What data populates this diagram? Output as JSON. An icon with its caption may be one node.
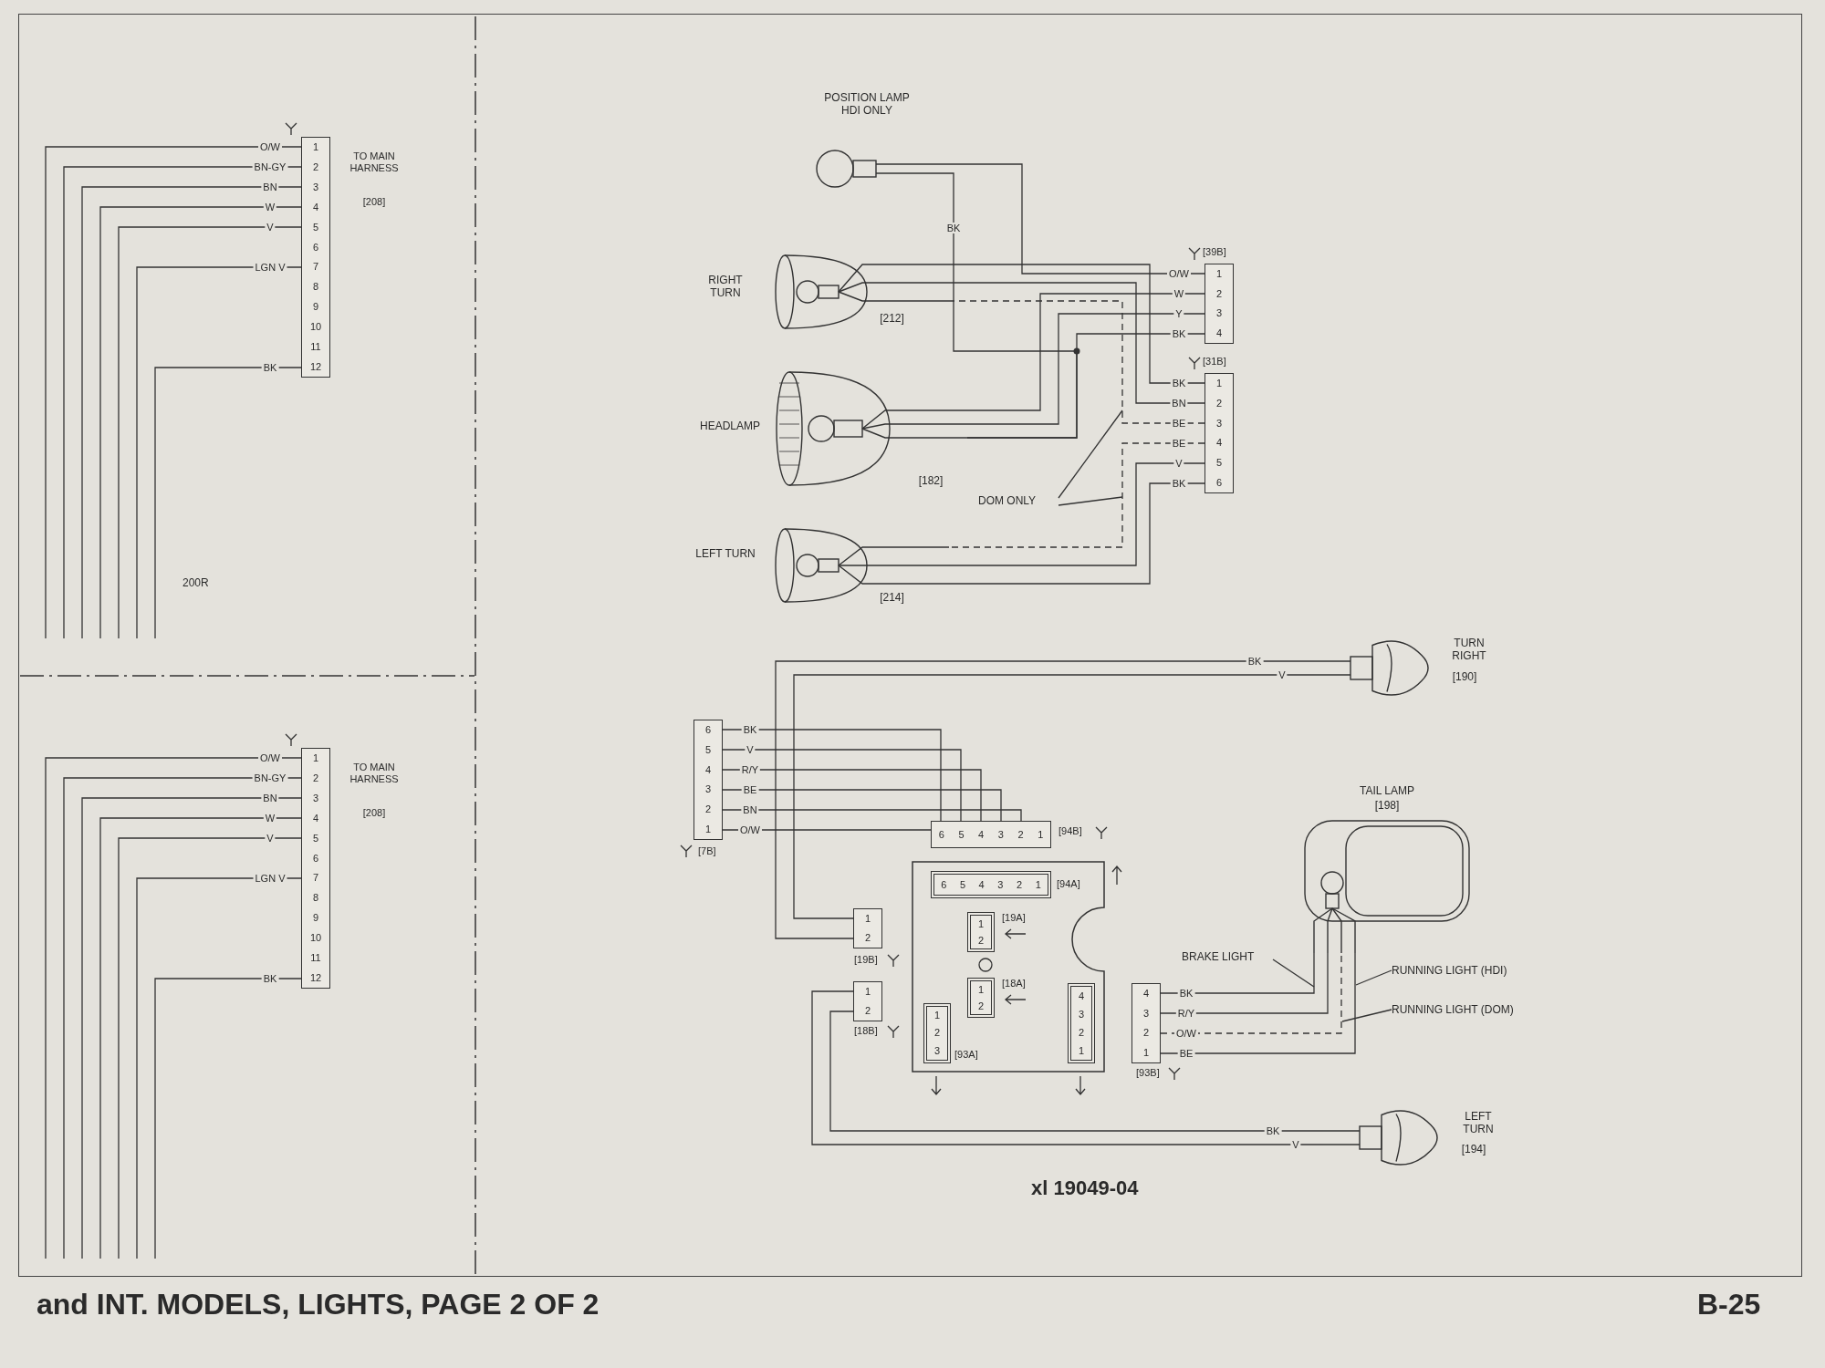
{
  "diagram": {
    "title": "and INT. MODELS, LIGHTS, PAGE 2 OF 2",
    "nodes": [
      {
        "text": [
          "POSITION LAMP HDI ONLY"
        ]
      },
      {
        "text": [
          "RIGHT TURN",
          "[212]"
        ]
      },
      {
        "text": [
          "HEADLAMP",
          "[182]"
        ]
      },
      {
        "text": [
          "LEFT TURN",
          "[214]"
        ]
      },
      {
        "text": [
          "1",
          "2",
          "3",
          "4"
        ],
        "beside": [
          "[39B]"
        ]
      },
      {
        "text": [
          "1",
          "2",
          "3",
          "4",
          "5",
          "6"
        ],
        "beside": [
          "[31B]"
        ]
      },
      {
        "text": [
          "DOM ONLY"
        ]
      },
      {
        "text": [
          "6",
          "5",
          "4",
          "3",
          "2",
          "1"
        ],
        "beside": [
          "[7B]"
        ]
      },
      {
        "text": [
          "6",
          "5",
          "4",
          "3",
          "2",
          "1"
        ],
        "beside": [
          "[94B]"
        ]
      },
      {
        "text": [],
        "shape": "box"
      },
      {
        "text": [
          "6",
          "5",
          "4",
          "3",
          "2",
          "1"
        ],
        "in": 9,
        "beside": [
          "[94A]"
        ]
      },
      {
        "text": [
          "1",
          "2"
        ],
        "in": 9,
        "beside": [
          "[19A]"
        ]
      },
      {
        "text": [
          "1",
          "2"
        ],
        "in": 9,
        "beside": [
          "[18A]"
        ]
      },
      {
        "text": [
          "1",
          "2",
          "3"
        ],
        "in": 9,
        "beside": [
          "[93A]"
        ]
      },
      {
        "text": [
          "4",
          "3",
          "2",
          "1"
        ],
        "in": 9
      },
      {
        "text": [
          "1",
          "2"
        ],
        "beside": [
          "[19B]"
        ]
      },
      {
        "text": [
          "1",
          "2"
        ],
        "beside": [
          "[18B]"
        ]
      },
      {
        "text": [
          "4",
          "3",
          "2",
          "1"
        ],
        "beside": [
          "[93B]"
        ]
      },
      {
        "text": [
          "TURN RIGHT",
          "[190]"
        ]
      },
      {
        "text": [
          "TAIL LAMP",
          "[198]"
        ]
      },
      {
        "text": [
          "LEFT TURN",
          "[194]"
        ]
      },
      {
        "text": [
          "BRAKE LIGHT"
        ]
      },
      {
        "text": [
          "RUNNING LIGHT (HDI)"
        ]
      },
      {
        "text": [
          "RUNNING LIGHT (DOM)"
        ]
      },
      {
        "text": [
          "1",
          "2",
          "3",
          "4",
          "5",
          "6",
          "7",
          "8",
          "9",
          "10",
          "11",
          "12"
        ],
        "beside": [
          "TO MAIN HARNESS",
          "[208]"
        ]
      },
      {
        "text": [
          "1",
          "2",
          "3",
          "4",
          "5",
          "6",
          "7",
          "8",
          "9",
          "10",
          "11",
          "12"
        ],
        "beside": [
          "TO MAIN HARNESS",
          "[208]"
        ]
      }
    ],
    "edges": [
      {
        "from": 4,
        "to": 0,
        "arrow": "none",
        "label": "O/W"
      },
      {
        "from": 4,
        "to": 2,
        "arrow": "none",
        "label": "W"
      },
      {
        "from": 4,
        "to": 2,
        "arrow": "none",
        "label": "Y"
      },
      {
        "from": 4,
        "to": 2,
        "arrow": "none",
        "label": "BK"
      },
      {
        "from": 0,
        "to": 2,
        "arrow": "none",
        "label": "BK"
      },
      {
        "from": 5,
        "to": 1,
        "arrow": "none",
        "label": "BK"
      },
      {
        "from": 5,
        "to": 1,
        "arrow": "none",
        "label": "BN"
      },
      {
        "from": 5,
        "to": 1,
        "arrow": "none",
        "label": "BE",
        "style": "dashed"
      },
      {
        "from": 5,
        "to": 3,
        "arrow": "none",
        "label": "BE",
        "style": "dashed"
      },
      {
        "from": 5,
        "to": 3,
        "arrow": "none",
        "label": "V"
      },
      {
        "from": 5,
        "to": 3,
        "arrow": "none",
        "label": "BK"
      },
      {
        "from": 6,
        "to": null,
        "arrow": "none"
      },
      {
        "from": 6,
        "to": null,
        "arrow": "none"
      },
      {
        "from": 7,
        "to": 8,
        "arrow": "none",
        "label": "BK"
      },
      {
        "from": 7,
        "to": 8,
        "arrow": "none",
        "label": "V"
      },
      {
        "from": 7,
        "to": 8,
        "arrow": "none",
        "label": "R/Y"
      },
      {
        "from": 7,
        "to": 8,
        "arrow": "none",
        "label": "BE"
      },
      {
        "from": 7,
        "to": 8,
        "arrow": "none",
        "label": "BN"
      },
      {
        "from": 7,
        "to": 8,
        "arrow": "none",
        "label": "O/W"
      },
      {
        "from": 15,
        "to": 18,
        "arrow": "none",
        "label": "V"
      },
      {
        "from": 15,
        "to": 18,
        "arrow": "none",
        "label": "BK"
      },
      {
        "from": 16,
        "to": 20,
        "arrow": "none",
        "label": "V"
      },
      {
        "from": 16,
        "to": 20,
        "arrow": "none",
        "label": "BK"
      },
      {
        "from": 17,
        "to": 19,
        "arrow": "none",
        "label": "BK"
      },
      {
        "from": 17,
        "to": 19,
        "arrow": "none",
        "label": "R/Y"
      },
      {
        "from": 17,
        "to": 19,
        "arrow": "none",
        "label": "O/W",
        "style": "dashed"
      },
      {
        "from": 17,
        "to": 19,
        "arrow": "none",
        "label": "BE"
      },
      {
        "from": 21,
        "to": null,
        "arrow": "none"
      },
      {
        "from": 22,
        "to": null,
        "arrow": "none"
      },
      {
        "from": 23,
        "to": null,
        "arrow": "none"
      },
      {
        "from": 24,
        "to": null,
        "arrow": "none",
        "label": "O/W"
      },
      {
        "from": 24,
        "to": null,
        "arrow": "none",
        "label": "BN-GY"
      },
      {
        "from": 24,
        "to": null,
        "arrow": "none",
        "label": "BN"
      },
      {
        "from": 24,
        "to": null,
        "arrow": "none",
        "label": "W"
      },
      {
        "from": 24,
        "to": null,
        "arrow": "none",
        "label": "V"
      },
      {
        "from": 24,
        "to": null,
        "arrow": "none",
        "label": "LGN V"
      },
      {
        "from": 24,
        "to": null,
        "arrow": "none",
        "label": "BK"
      },
      {
        "from": 25,
        "to": null,
        "arrow": "none",
        "label": "O/W"
      },
      {
        "from": 25,
        "to": null,
        "arrow": "none",
        "label": "BN-GY"
      },
      {
        "from": 25,
        "to": null,
        "arrow": "none",
        "label": "BN"
      },
      {
        "from": 25,
        "to": null,
        "arrow": "none",
        "label": "W"
      },
      {
        "from": 25,
        "to": null,
        "arrow": "none",
        "label": "V"
      },
      {
        "from": 25,
        "to": null,
        "arrow": "none",
        "label": "LGN V"
      },
      {
        "from": 25,
        "to": null,
        "arrow": "none",
        "label": "BK"
      }
    ],
    "labels": [
      "200R",
      "xl 19049-04",
      "B-25"
    ]
  }
}
